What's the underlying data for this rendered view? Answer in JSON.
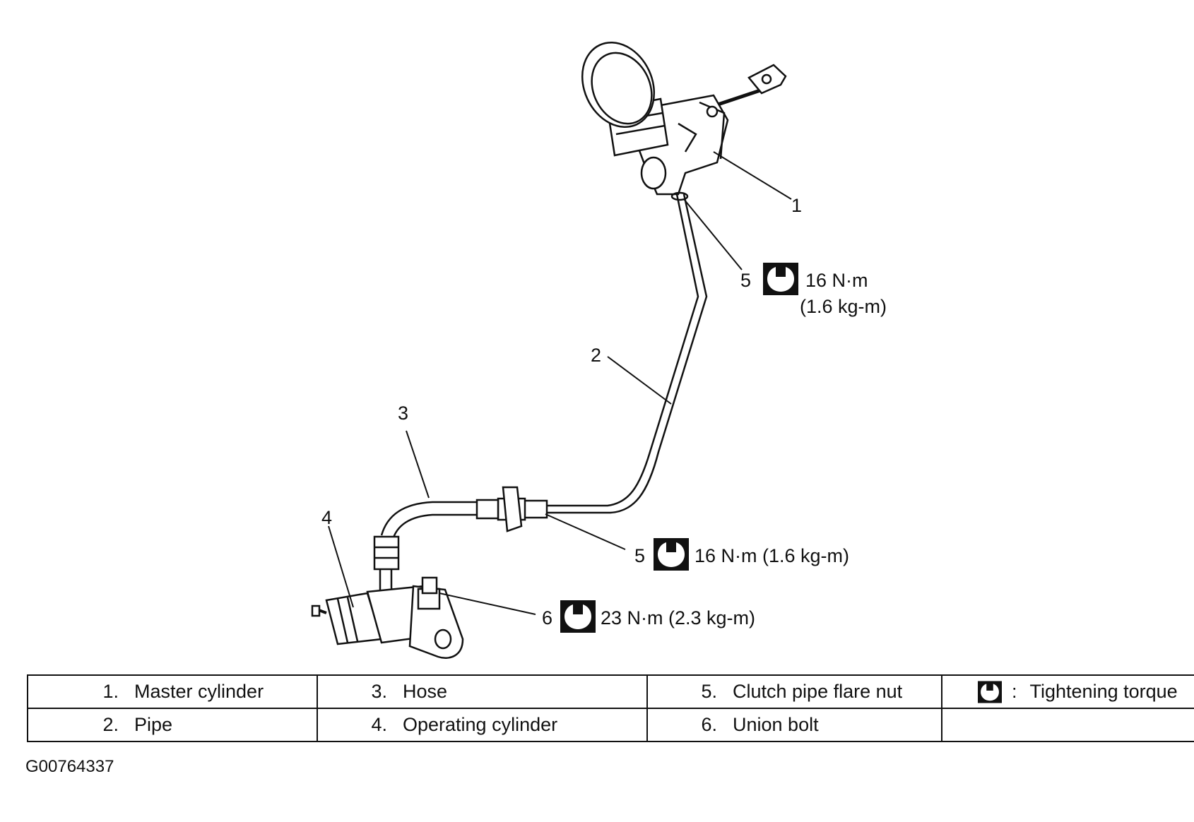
{
  "callouts": {
    "c1": {
      "num": "1"
    },
    "c2": {
      "num": "2"
    },
    "c3": {
      "num": "3"
    },
    "c4": {
      "num": "4"
    },
    "c5a": {
      "num": "5",
      "line1": "16 N·m",
      "line2": "(1.6 kg-m)"
    },
    "c5b": {
      "num": "5",
      "text": "16 N·m (1.6 kg-m)"
    },
    "c6": {
      "num": "6",
      "text": "23 N·m (2.3 kg-m)"
    }
  },
  "legend": {
    "rows": [
      [
        {
          "num": "1.",
          "label": "Master cylinder"
        },
        {
          "num": "3.",
          "label": "Hose"
        },
        {
          "num": "5.",
          "label": "Clutch pipe flare nut"
        }
      ],
      [
        {
          "num": "2.",
          "label": "Pipe"
        },
        {
          "num": "4.",
          "label": "Operating cylinder"
        },
        {
          "num": "6.",
          "label": "Union bolt"
        }
      ]
    ],
    "key": {
      "icon": "torque-wrench-icon",
      "separator": ":",
      "label": "Tightening torque"
    }
  },
  "figure_id": "G00764337"
}
